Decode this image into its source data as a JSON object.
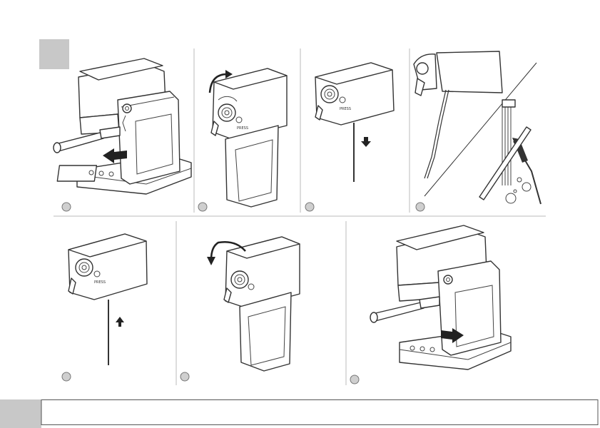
{
  "figure": {
    "header_marker_color": "#c8c8c8",
    "footer_tab_color": "#c8c8c8",
    "panels": [
      {
        "id": "step-a",
        "content": "coffee machine milk reservoir being slid out"
      },
      {
        "id": "step-b",
        "content": "reservoir lid rotated off"
      },
      {
        "id": "step-c",
        "content": "milk tube pulled down from lid"
      },
      {
        "id": "step-d",
        "content": "cleaning tube with brush under running water"
      },
      {
        "id": "step-e",
        "content": "milk tube pushed back up into lid"
      },
      {
        "id": "step-f",
        "content": "lid rotated back onto reservoir"
      },
      {
        "id": "step-g",
        "content": "reservoir slid back into machine"
      }
    ],
    "dial_label": "PRESS",
    "machine_buttons": [
      "",
      "",
      ""
    ]
  }
}
